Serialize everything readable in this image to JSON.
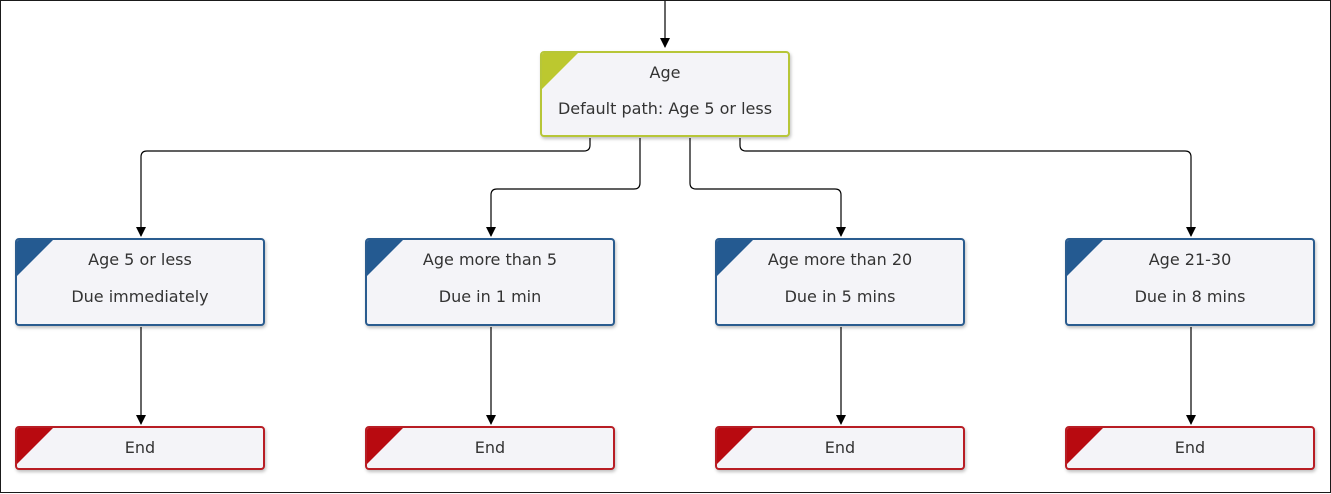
{
  "diagram": {
    "root": {
      "title": "Age",
      "subtitle": "Default path: Age 5 or less"
    },
    "branches": [
      {
        "title": "Age 5 or less",
        "subtitle": "Due immediately",
        "end_label": "End"
      },
      {
        "title": "Age more than 5",
        "subtitle": "Due in 1 min",
        "end_label": "End"
      },
      {
        "title": "Age more than 20",
        "subtitle": "Due in 5 mins",
        "end_label": "End"
      },
      {
        "title": "Age 21-30",
        "subtitle": "Due in 8 mins",
        "end_label": "End"
      }
    ]
  },
  "colors": {
    "decision_accent": "#bcc82f",
    "step_accent": "#245a91",
    "end_accent": "#b80a10",
    "node_fill": "#f4f4f8",
    "connector": "#000000"
  }
}
